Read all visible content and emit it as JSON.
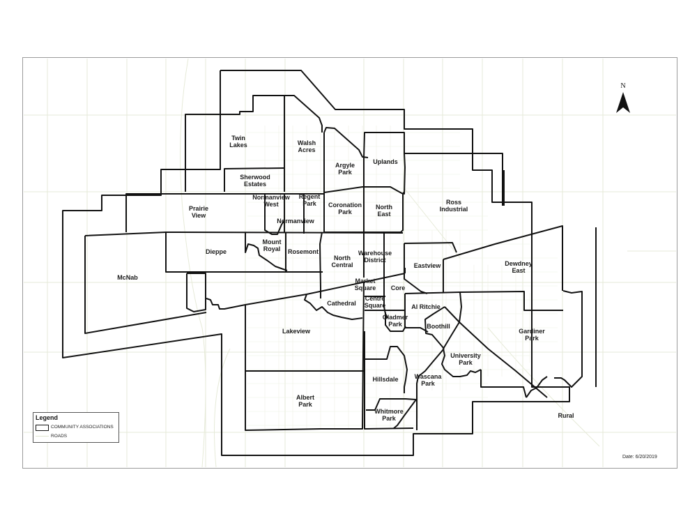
{
  "map": {
    "north_label": "N",
    "date_text": "Date: 6/20/2019",
    "colors": {
      "boundary": "#111111",
      "roads": "#e6ead8",
      "frame": "#9a9a9a"
    }
  },
  "legend": {
    "title": "Legend",
    "items": [
      {
        "label": "COMMUNITY ASSOCIATIONS",
        "symbol": "polygon-outline"
      },
      {
        "label": "ROADS",
        "symbol": "thin-line"
      }
    ]
  },
  "communities": [
    {
      "line1": "Twin",
      "line2": "Lakes"
    },
    {
      "line1": "Walsh",
      "line2": "Acres"
    },
    {
      "line1": "Argyle",
      "line2": "Park"
    },
    {
      "line1": "Uplands",
      "line2": ""
    },
    {
      "line1": "Sherwood",
      "line2": "Estates"
    },
    {
      "line1": "Prairie",
      "line2": "View"
    },
    {
      "line1": "Normanview",
      "line2": "West"
    },
    {
      "line1": "Regent",
      "line2": "Park"
    },
    {
      "line1": "Normanview",
      "line2": ""
    },
    {
      "line1": "Coronation",
      "line2": "Park"
    },
    {
      "line1": "North",
      "line2": "East"
    },
    {
      "line1": "Ross",
      "line2": "Industrial"
    },
    {
      "line1": "Dieppe",
      "line2": ""
    },
    {
      "line1": "Mount",
      "line2": "Royal"
    },
    {
      "line1": "Rosemont",
      "line2": ""
    },
    {
      "line1": "North",
      "line2": "Central"
    },
    {
      "line1": "Warehouse",
      "line2": "District"
    },
    {
      "line1": "Eastview",
      "line2": ""
    },
    {
      "line1": "Dewdney",
      "line2": "East"
    },
    {
      "line1": "McNab",
      "line2": ""
    },
    {
      "line1": "Market",
      "line2": "Square"
    },
    {
      "line1": "Core",
      "line2": ""
    },
    {
      "line1": "Cathedral",
      "line2": ""
    },
    {
      "line1": "Centre",
      "line2": "Square"
    },
    {
      "line1": "Al Ritchie",
      "line2": ""
    },
    {
      "line1": "Gladmer",
      "line2": "Park"
    },
    {
      "line1": "Boothill",
      "line2": ""
    },
    {
      "line1": "Gardiner",
      "line2": "Park"
    },
    {
      "line1": "Lakeview",
      "line2": ""
    },
    {
      "line1": "University",
      "line2": "Park"
    },
    {
      "line1": "Hillsdale",
      "line2": ""
    },
    {
      "line1": "Wascana",
      "line2": "Park"
    },
    {
      "line1": "Albert",
      "line2": "Park"
    },
    {
      "line1": "Whitmore",
      "line2": "Park"
    },
    {
      "line1": "Rural",
      "line2": ""
    }
  ]
}
